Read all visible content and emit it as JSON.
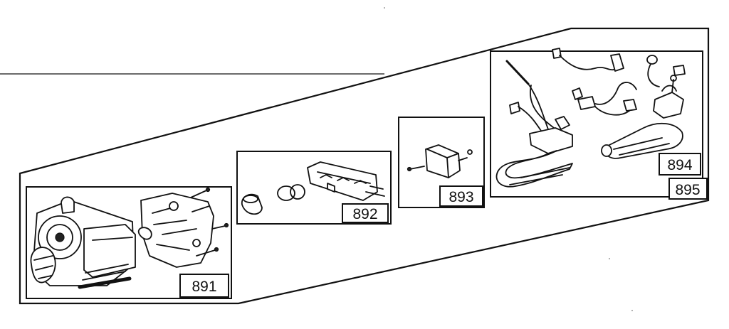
{
  "parts": [
    {
      "id": "891",
      "label": "891"
    },
    {
      "id": "892",
      "label": "892"
    },
    {
      "id": "893",
      "label": "893"
    },
    {
      "id": "894",
      "label": "894"
    },
    {
      "id": "895",
      "label": "895"
    }
  ]
}
